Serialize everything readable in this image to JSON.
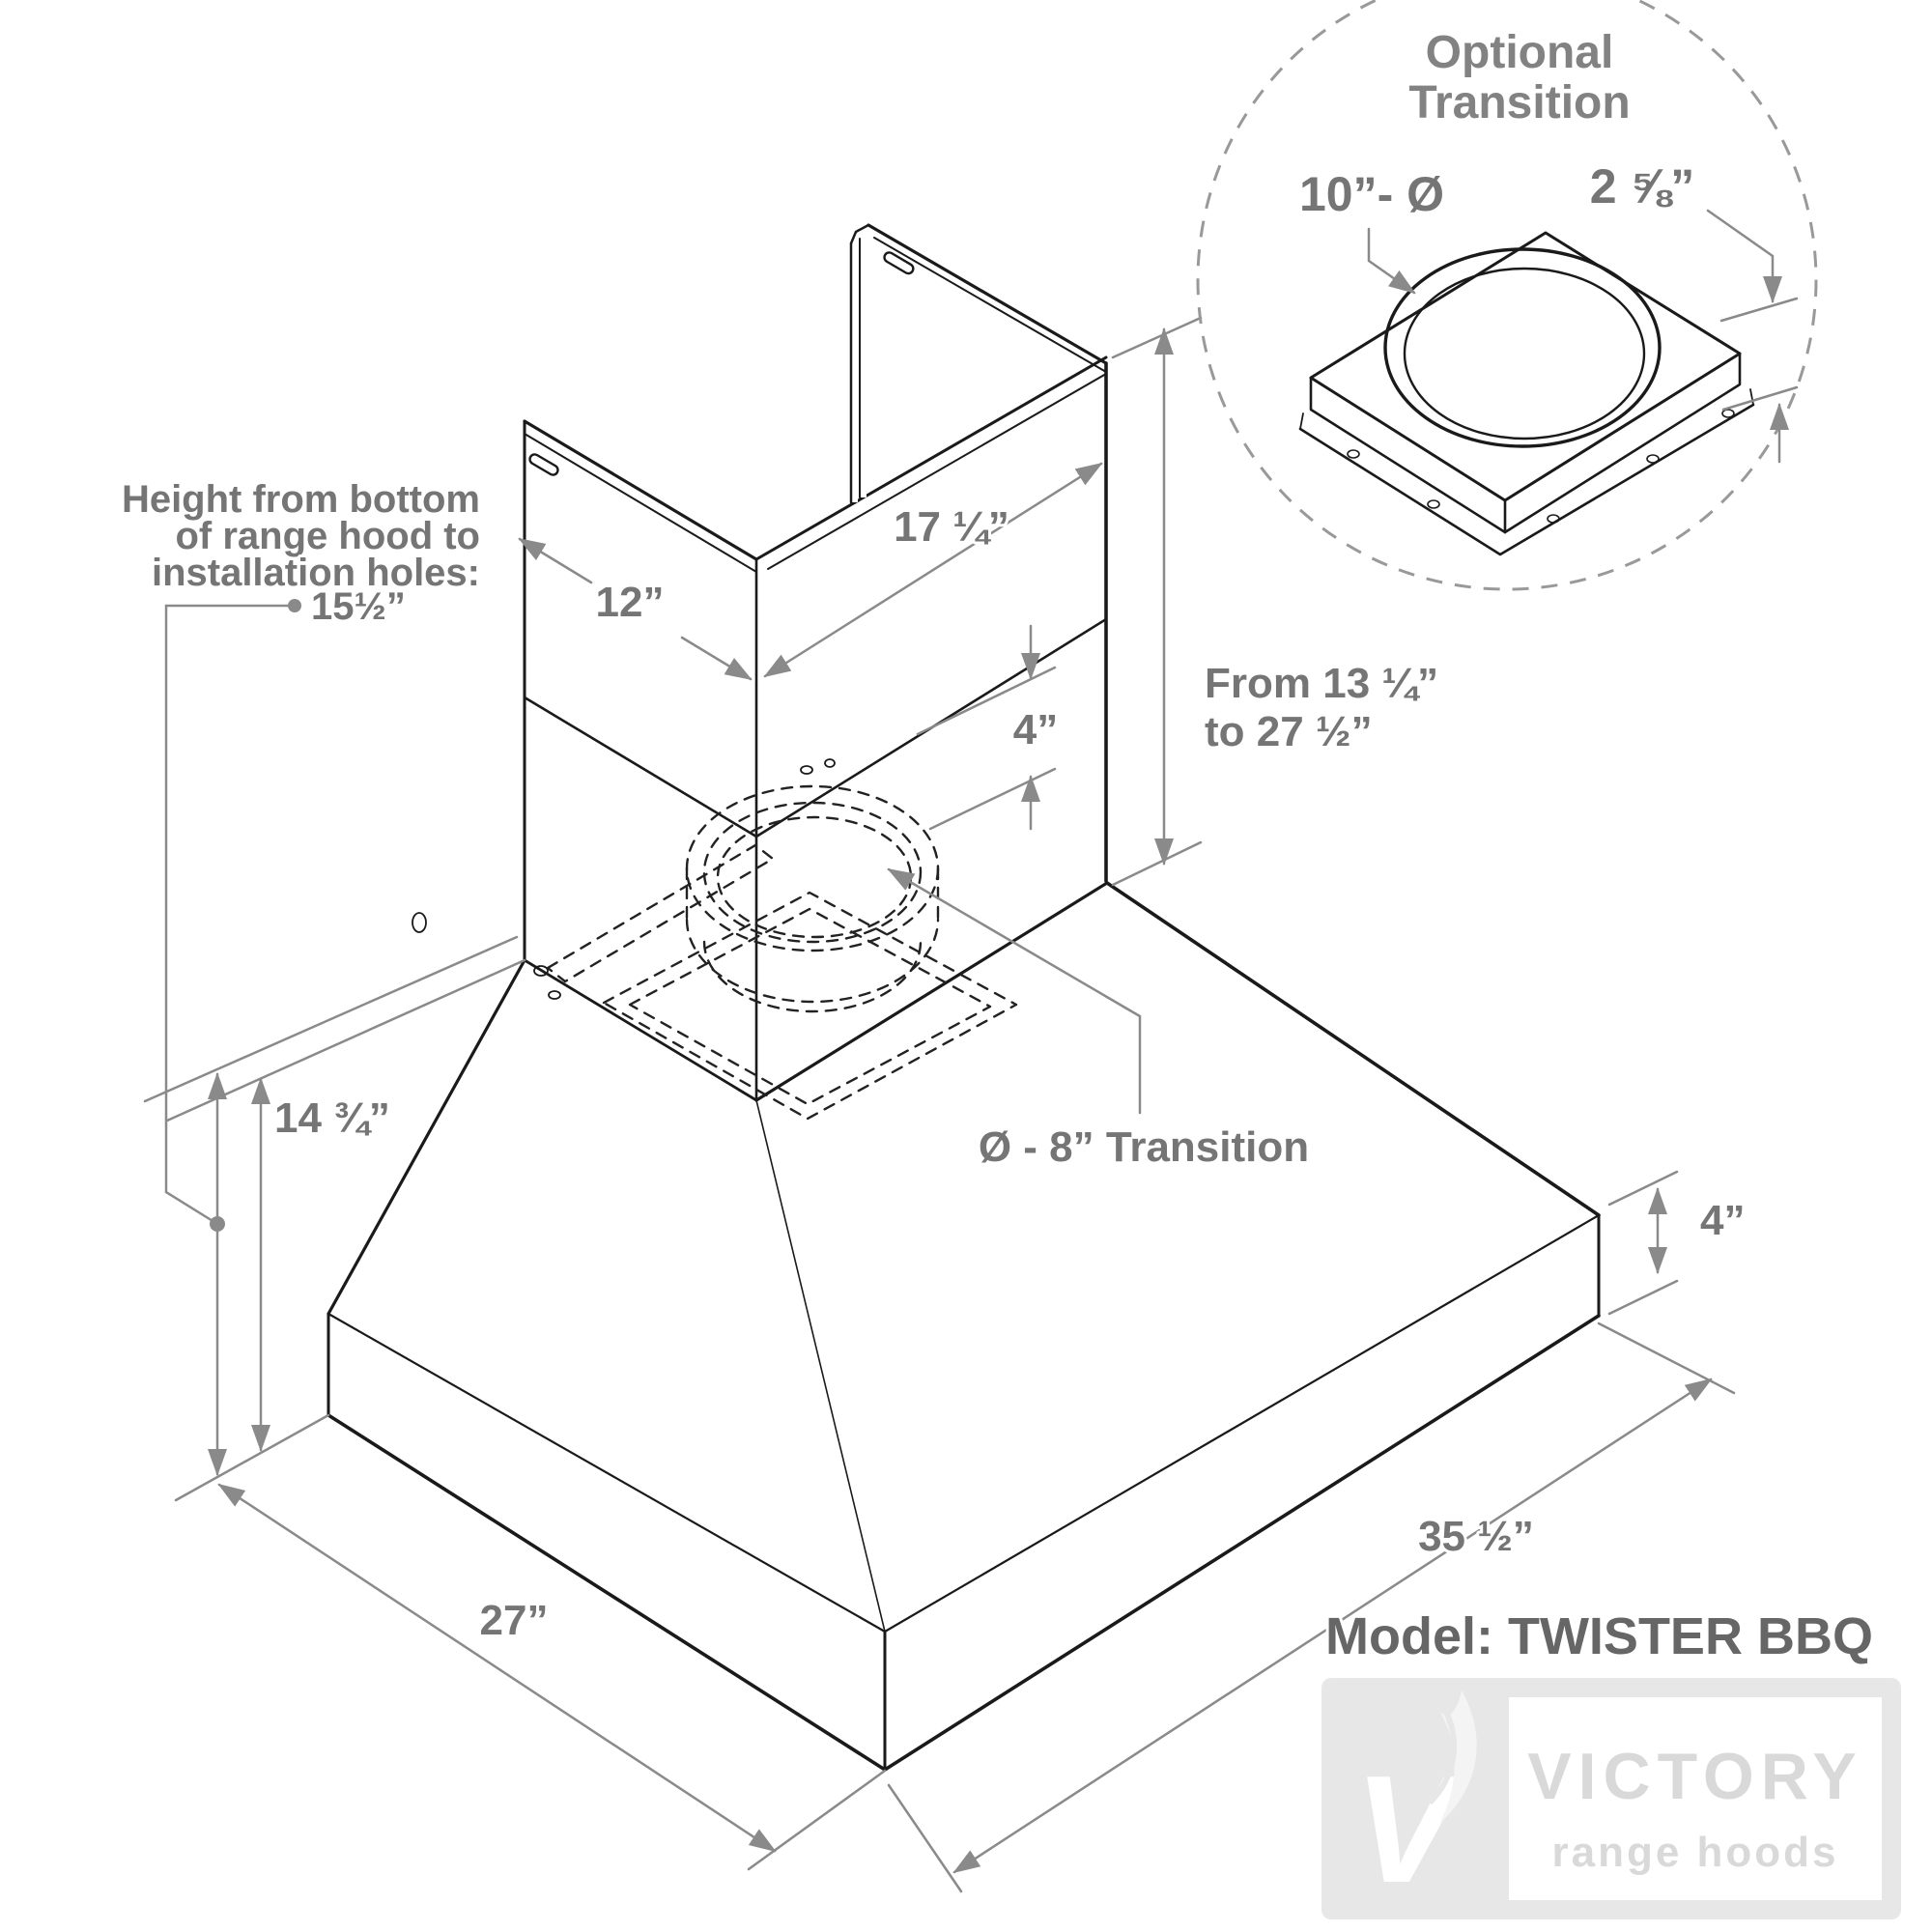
{
  "inset": {
    "title_line1": "Optional",
    "title_line2": "Transition",
    "dim_diameter": "10”- Ø",
    "dim_height": "2 ⅝”"
  },
  "labels": {
    "width_left": "12”",
    "width_right": "17 ¼”",
    "duct_band": "4”",
    "chimney_range_line1": "From 13 ¼”",
    "chimney_range_line2": "to 27 ½”",
    "note_line1": "Height from bottom",
    "note_line2": "of range hood to",
    "note_line3": "installation holes:",
    "note_value": "15½”",
    "hood_height": "14 ¾”",
    "transition_callout": "Ø - 8” Transition",
    "base_height": "4”",
    "depth": "27”",
    "width_total": "35 ½”"
  },
  "footer": {
    "model": "Model: TWISTER BBQ",
    "brand": "VICTORY",
    "brand_sub": "range hoods",
    "brand_letter": "V"
  },
  "colors": {
    "line": "#1a1a1a",
    "dimension": "#8a8a8a",
    "label_text": "#757575",
    "logo_bg": "#e7e7e7",
    "logo_text": "#d9d9d9"
  }
}
